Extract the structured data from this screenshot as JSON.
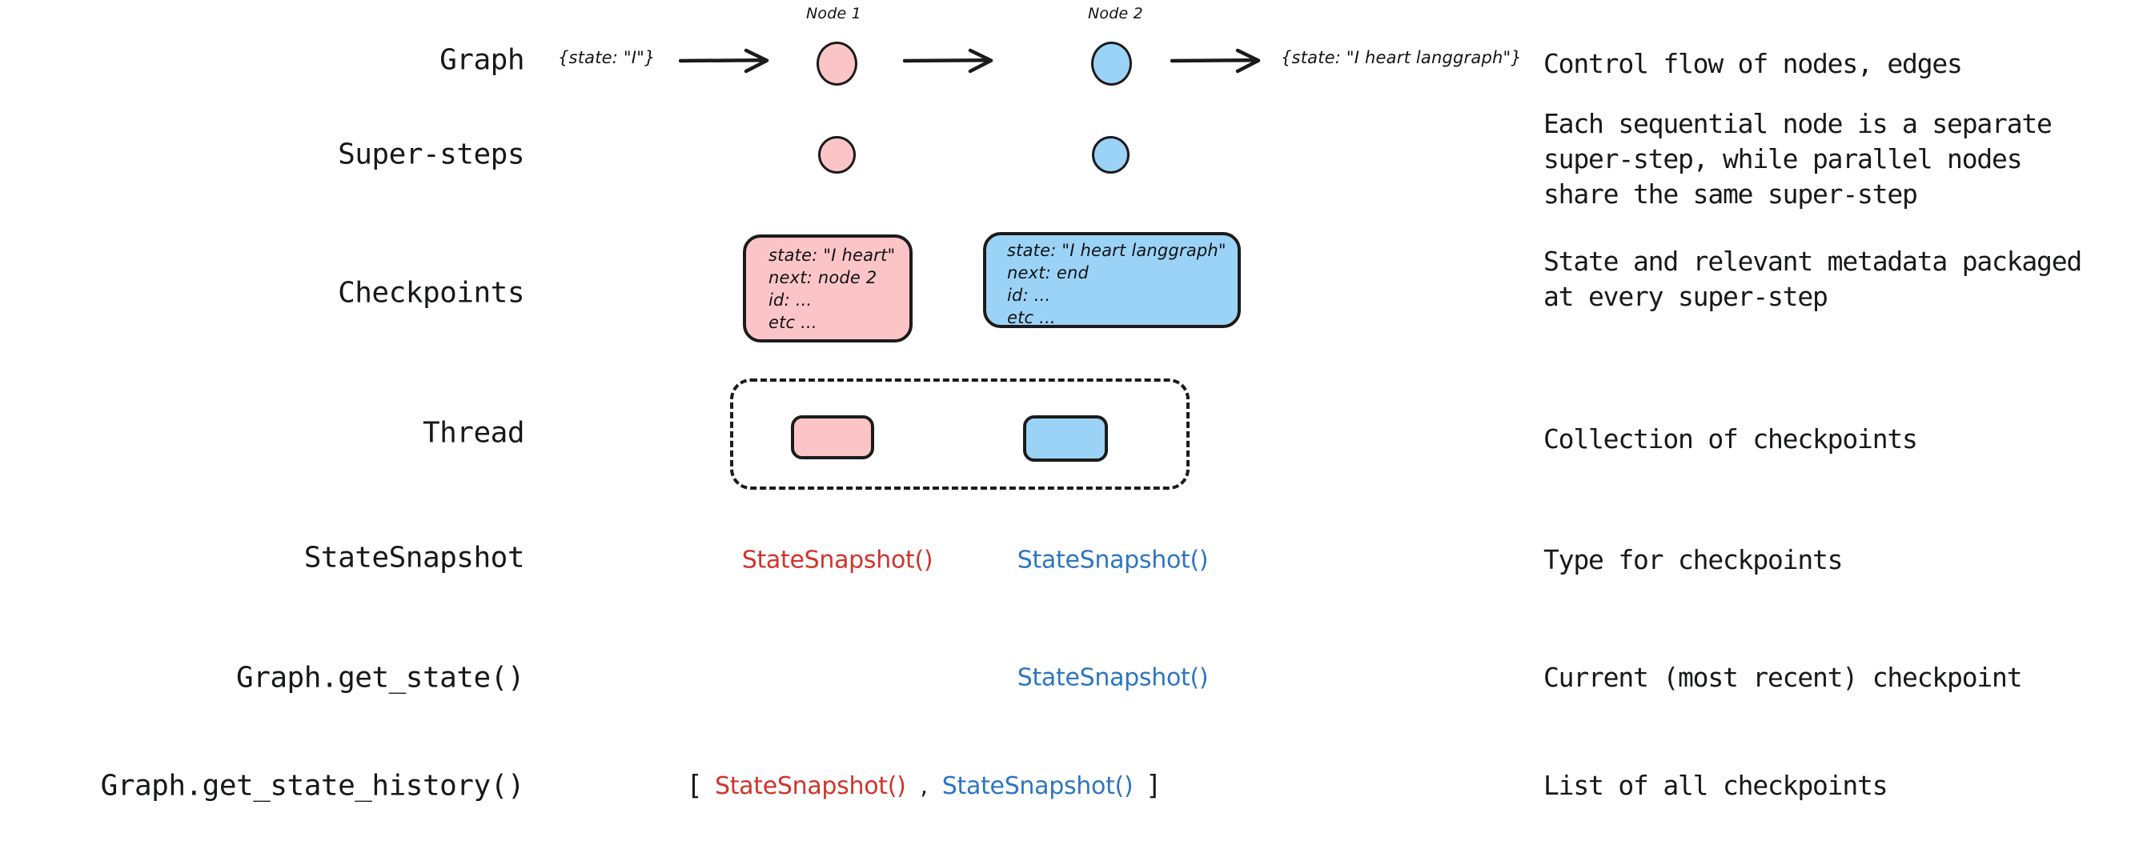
{
  "diagram": {
    "title": "LangGraph persistence concepts",
    "colors": {
      "pink_fill": "#fbc5c8",
      "blue_fill": "#9bd3f7",
      "stroke": "#1b1b1b",
      "red_text": "#d0342c",
      "blue_text": "#2e75c0",
      "body_text": "#17181a",
      "background": "#ffffff"
    },
    "rows": [
      {
        "label": "Graph",
        "description": "Control flow of nodes, edges"
      },
      {
        "label": "Super-steps",
        "description": "Each sequential node is a separate\nsuper-step, while parallel nodes\nshare the same super-step"
      },
      {
        "label": "Checkpoints",
        "description": "State and relevant metadata packaged\nat every super-step"
      },
      {
        "label": "Thread",
        "description": "Collection of checkpoints"
      },
      {
        "label": "StateSnapshot",
        "description": "Type for checkpoints"
      },
      {
        "label": "Graph.get_state()",
        "description": "Current (most recent) checkpoint"
      },
      {
        "label": "Graph.get_state_history()",
        "description": "List of all checkpoints"
      }
    ],
    "graph_row": {
      "input_state": "{state: \"I\"}",
      "output_state": "{state: \"I heart langgraph\"}",
      "node1_label": "Node 1",
      "node2_label": "Node 2"
    },
    "checkpoints": {
      "first": "state: \"I heart\"\nnext: node 2\nid: ...\netc ...",
      "second": "state: \"I heart langgraph\"\nnext: end\nid: ...\netc ..."
    },
    "snapshots": {
      "first": "StateSnapshot()",
      "second": "StateSnapshot()",
      "current": "StateSnapshot()"
    },
    "history": {
      "open_bracket": "[",
      "first": "StateSnapshot()",
      "separator": ",",
      "second": "StateSnapshot()",
      "close_bracket": "]"
    }
  }
}
